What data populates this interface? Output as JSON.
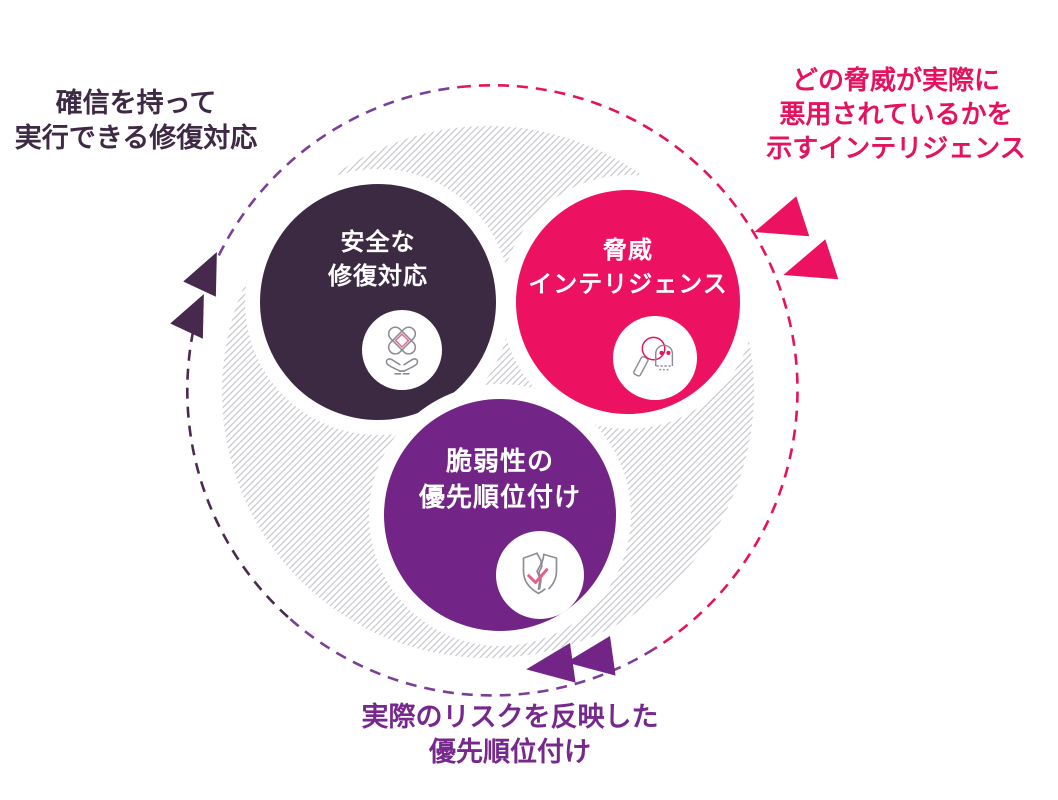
{
  "diagram": {
    "callouts": [
      {
        "id": "remediation",
        "lines": [
          "確信を持って",
          "実行できる修復対応"
        ],
        "color": "#3F2A46"
      },
      {
        "id": "threat",
        "lines": [
          "どの脅威が実際に",
          "悪用されているかを",
          "示すインテリジェンス"
        ],
        "color": "#E5125F"
      },
      {
        "id": "prioritization",
        "lines": [
          "実際のリスクを反映した",
          "優先順位付け"
        ],
        "color": "#77288C"
      }
    ],
    "bubbles": [
      {
        "id": "safe-remediation",
        "lines": [
          "安全な",
          "修復対応"
        ],
        "color": "#3C2A43",
        "icon": "hands-bandage-icon"
      },
      {
        "id": "threat-intelligence",
        "lines": [
          "脅威",
          "インテリジェンス"
        ],
        "color": "#EC1261",
        "icon": "magnifier-skull-icon"
      },
      {
        "id": "vulnerability-prioritization",
        "lines": [
          "脆弱性の",
          "優先順位付け"
        ],
        "color": "#722586",
        "icon": "cracked-shield-icon"
      }
    ],
    "colors": {
      "arc_pink": "#E5125F",
      "arc_purple": "#7B3F97",
      "arc_dark_plum": "#4A2B50",
      "arrow_dark": "#46294C",
      "arrow_pink": "#EC1261",
      "arrow_purple": "#722586",
      "hatch_gray": "#C8C8CE",
      "icon_outline_gray": "#8C8C94",
      "icon_accent_pink": "#E95F85",
      "bubble_text": "#FFFFFF",
      "background": "#FFFFFF"
    }
  }
}
